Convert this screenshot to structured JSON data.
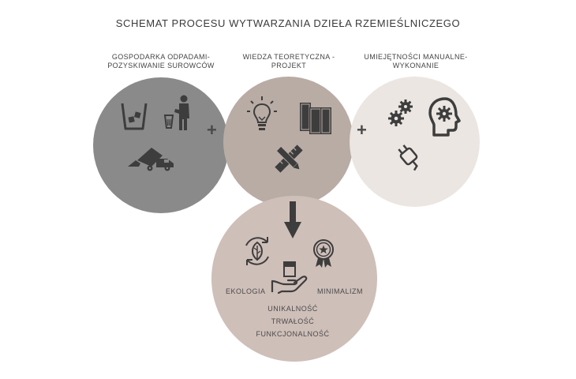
{
  "title": "SCHEMAT PROCESU WYTWARZANIA DZIEŁA RZEMIEŚLNICZEGO",
  "inputs": [
    {
      "label": "GOSPODARKA ODPADAMI-\nPOZYSKIWANIE SUROWCÓW",
      "color": "#8a8a8a"
    },
    {
      "label": "WIEDZA TEORETYCZNA -\nPROJEKT",
      "color": "#b9aca5"
    },
    {
      "label": "UMIEJĘTNOŚCI MANUALNE-\nWYKONANIE",
      "color": "#ebe6e2"
    }
  ],
  "operators": [
    "+",
    "+"
  ],
  "result": {
    "color": "#cfbfb9",
    "labels": [
      "EKOLOGIA",
      "MINIMALIZM",
      "UNIKALNOŚĆ",
      "TRWAŁOŚĆ",
      "FUNKCJONALNOŚĆ"
    ]
  },
  "icons": [
    "trash-bin-icon",
    "person-trash-icon",
    "dump-truck-icon",
    "lightbulb-icon",
    "books-icon",
    "pencil-ruler-icon",
    "gears-icon",
    "head-gear-icon",
    "plug-icon",
    "down-arrow-icon",
    "recycle-leaf-icon",
    "badge-star-icon",
    "hand-jar-icon"
  ],
  "icon_color": "#3d3d3d"
}
